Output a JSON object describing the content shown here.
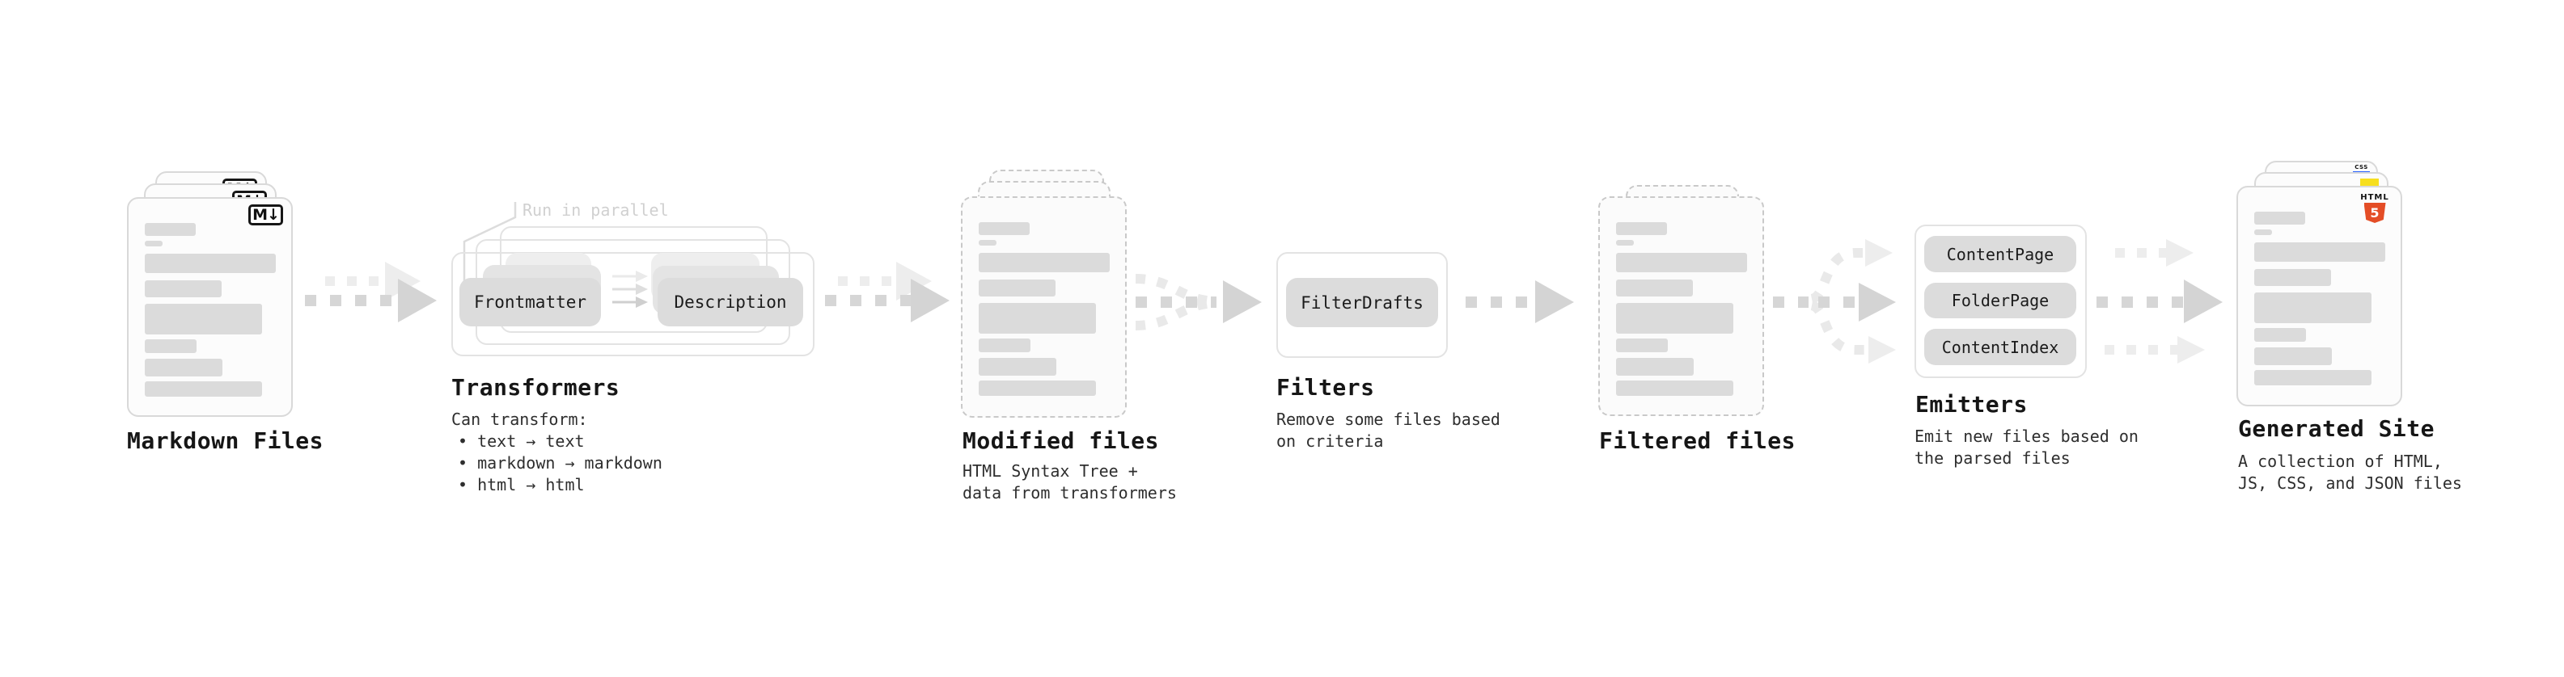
{
  "stages": [
    {
      "id": "markdown-files",
      "label": "Markdown Files",
      "badge": "M↓"
    },
    {
      "id": "transformers",
      "label": "Transformers",
      "callout": "Run in parallel",
      "pills": [
        "Frontmatter",
        "Description"
      ],
      "body_intro": "Can transform:",
      "bullets": [
        "text → text",
        "markdown → markdown",
        "html → html"
      ]
    },
    {
      "id": "modified-files",
      "label": "Modified files",
      "sublabel": "HTML Syntax Tree +\ndata from transformers"
    },
    {
      "id": "filters",
      "label": "Filters",
      "pills": [
        "FilterDrafts"
      ],
      "sublabel": "Remove some files based\non criteria"
    },
    {
      "id": "filtered-files",
      "label": "Filtered files"
    },
    {
      "id": "emitters",
      "label": "Emitters",
      "pills": [
        "ContentPage",
        "FolderPage",
        "ContentIndex"
      ],
      "sublabel": "Emit new files based on\nthe parsed files"
    },
    {
      "id": "generated-site",
      "label": "Generated Site",
      "sublabel": "A collection of HTML,\nJS, CSS, and JSON files",
      "badges": {
        "html_label": "HTML",
        "html_number": "5",
        "css_label": "CSS"
      }
    }
  ],
  "colors": {
    "accent_markdown": "#161616",
    "accent_html5": "#e44d26",
    "accent_js": "#f7df1e",
    "accent_css": "#2962ff",
    "pill_bg": "#dcdcdc",
    "card_border": "#d9d9d9",
    "dash_dark": "#d6d6d6",
    "dash_light": "#ededed",
    "text_primary": "#161616",
    "text_secondary": "#2e2e2e",
    "callout_text": "#d0d0d0"
  }
}
